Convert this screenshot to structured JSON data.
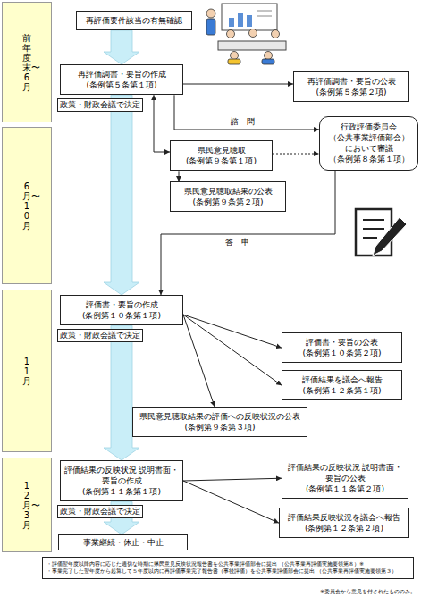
{
  "diagram": {
    "nodes": [
      {
        "text": [
          "前年度末〜6月"
        ]
      },
      {
        "text": [
          "6月〜10月"
        ]
      },
      {
        "text": [
          "11月"
        ]
      },
      {
        "text": [
          "12月〜3月"
        ]
      },
      {
        "text": [
          "再評価要件該当の有無確認"
        ]
      },
      {
        "text": [
          "再評価調書・要旨の作成 (条例第５条第１項)"
        ]
      },
      {
        "text": [
          "政策・財政会議で決定"
        ]
      },
      {
        "text": [
          "再評価調書・要旨の公表 (条例第５条第２項)"
        ]
      },
      {
        "text": [
          "行政評価委員会 （公共事業評価部会） において審議 （条例第８条第１項）"
        ]
      },
      {
        "text": [
          "県民意見聴取 (条例第９条第１項)"
        ]
      },
      {
        "text": [
          "県民意見聴取結果の公表 (条例第９条第２項)"
        ]
      },
      {
        "text": [
          "評価書・要旨の作成 (条例第１０条第１項)"
        ]
      },
      {
        "text": [
          "政策・財政会議で決定"
        ]
      },
      {
        "text": [
          "評価書・要旨の公表 (条例第１０条第２項)"
        ]
      },
      {
        "text": [
          "評価結果を議会へ報告 (条例第１２条第１項)"
        ]
      },
      {
        "text": [
          "県民意見聴取結果の評価への反映状況の公表 (条例第９条第３項)"
        ]
      },
      {
        "text": [
          "評価結果の反映状況 説明書面・要旨の作成 (条例第１１条第１項)"
        ]
      },
      {
        "text": [
          "政策・財政会議で決定"
        ]
      },
      {
        "text": [
          "評価結果の反映状況 説明書面・要旨の公表 (条例第１１条第２項)"
        ]
      },
      {
        "text": [
          "評価結果反映状況を議会へ報告 (条例第１２条第２項)"
        ]
      },
      {
        "text": [
          "事業継続・休止・中止"
        ]
      },
      {
        "text": [
          "・評価翌年度以降内容に応じた適切な時期に県民意見反映状況報告書を公共事業評価部会に提出 （公共事業再評価実施要領第８）※",
          "・事業完了した翌年度から起算して５年度以内に再評価事業完了報告書（事後評価）を公共事業評価部会に提出 （公共事業再評価実施要領第３）"
        ]
      }
    ],
    "edges": [
      {
        "from": 4,
        "to": 5,
        "arrow": "to"
      },
      {
        "from": 5,
        "to": 7,
        "arrow": "to"
      },
      {
        "from": 5,
        "to": 8,
        "arrow": "to",
        "label": "諮　問"
      },
      {
        "from": 5,
        "to": 9,
        "arrow": "both"
      },
      {
        "from": 9,
        "to": 8,
        "arrow": "to"
      },
      {
        "from": 9,
        "to": 10,
        "arrow": "to"
      },
      {
        "from": 8,
        "to": 11,
        "arrow": "to",
        "label": "答　申"
      },
      {
        "from": 5,
        "to": 11,
        "arrow": "to"
      },
      {
        "from": 11,
        "to": 13,
        "arrow": "to"
      },
      {
        "from": 11,
        "to": 14,
        "arrow": "to"
      },
      {
        "from": 11,
        "to": 15,
        "arrow": "to"
      },
      {
        "from": 11,
        "to": 16,
        "arrow": "to"
      },
      {
        "from": 16,
        "to": 18,
        "arrow": "to"
      },
      {
        "from": 16,
        "to": 19,
        "arrow": "to"
      },
      {
        "from": 16,
        "to": 20,
        "arrow": "to"
      }
    ],
    "labels": [
      "※委員会から意見を付されたもののみ。"
    ]
  }
}
